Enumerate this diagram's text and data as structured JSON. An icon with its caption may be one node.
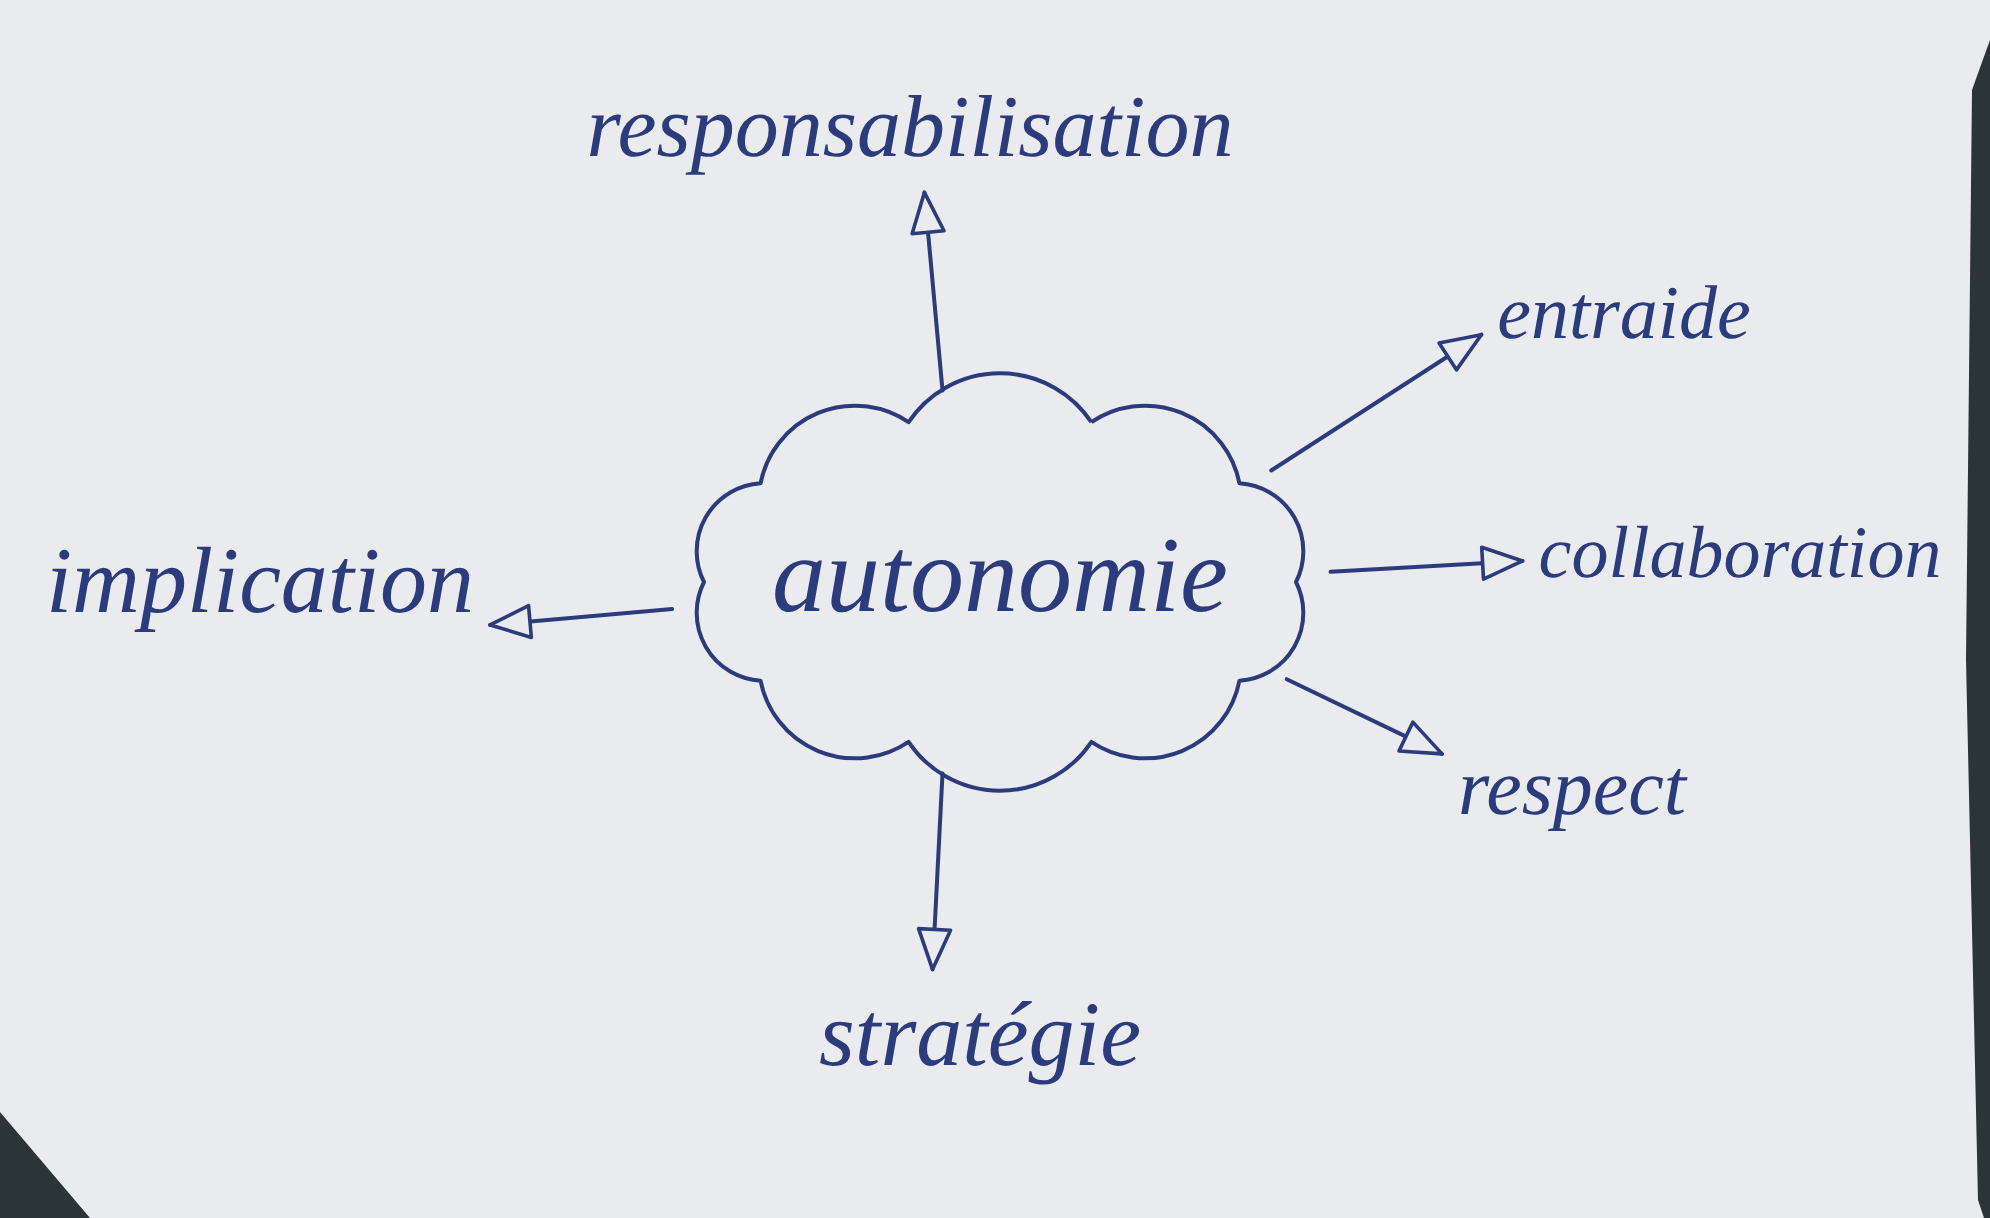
{
  "diagram": {
    "nodes": [
      {
        "text": [
          "responsabilisation"
        ]
      },
      {
        "text": [
          "entraide"
        ]
      },
      {
        "text": [
          "implication"
        ]
      },
      {
        "text": [
          "autonomie"
        ]
      },
      {
        "text": [
          "collaboration"
        ]
      },
      {
        "text": [
          "respect"
        ]
      },
      {
        "text": [
          "stratégie"
        ]
      }
    ],
    "edges": [
      {
        "from": 3,
        "to": 0,
        "arrow": "to"
      },
      {
        "from": 3,
        "to": 1,
        "arrow": "to"
      },
      {
        "from": 3,
        "to": 2,
        "arrow": "to"
      },
      {
        "from": 3,
        "to": 4,
        "arrow": "to"
      },
      {
        "from": 3,
        "to": 5,
        "arrow": "to"
      },
      {
        "from": 3,
        "to": 6,
        "arrow": "to"
      }
    ]
  }
}
